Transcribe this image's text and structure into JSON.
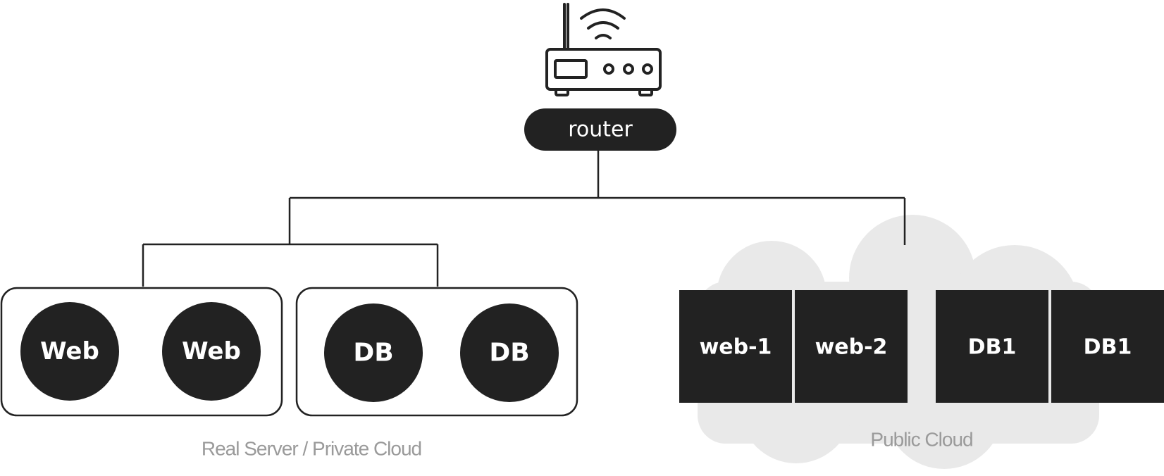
{
  "colors": {
    "node": "#222222",
    "line": "#222222",
    "cloud": "#e9e9e9",
    "caption": "#9a9a9a",
    "background": "#ffffff"
  },
  "router": {
    "icon": "wifi-router-icon",
    "label": "router"
  },
  "private_group": {
    "caption": "Real Server / Private Cloud",
    "web_servers": [
      "Web",
      "Web"
    ],
    "db_servers": [
      "DB",
      "DB"
    ]
  },
  "public_group": {
    "caption": "Public Cloud",
    "web_servers": [
      "web-1",
      "web-2"
    ],
    "db_servers": [
      "DB1",
      "DB1"
    ]
  }
}
